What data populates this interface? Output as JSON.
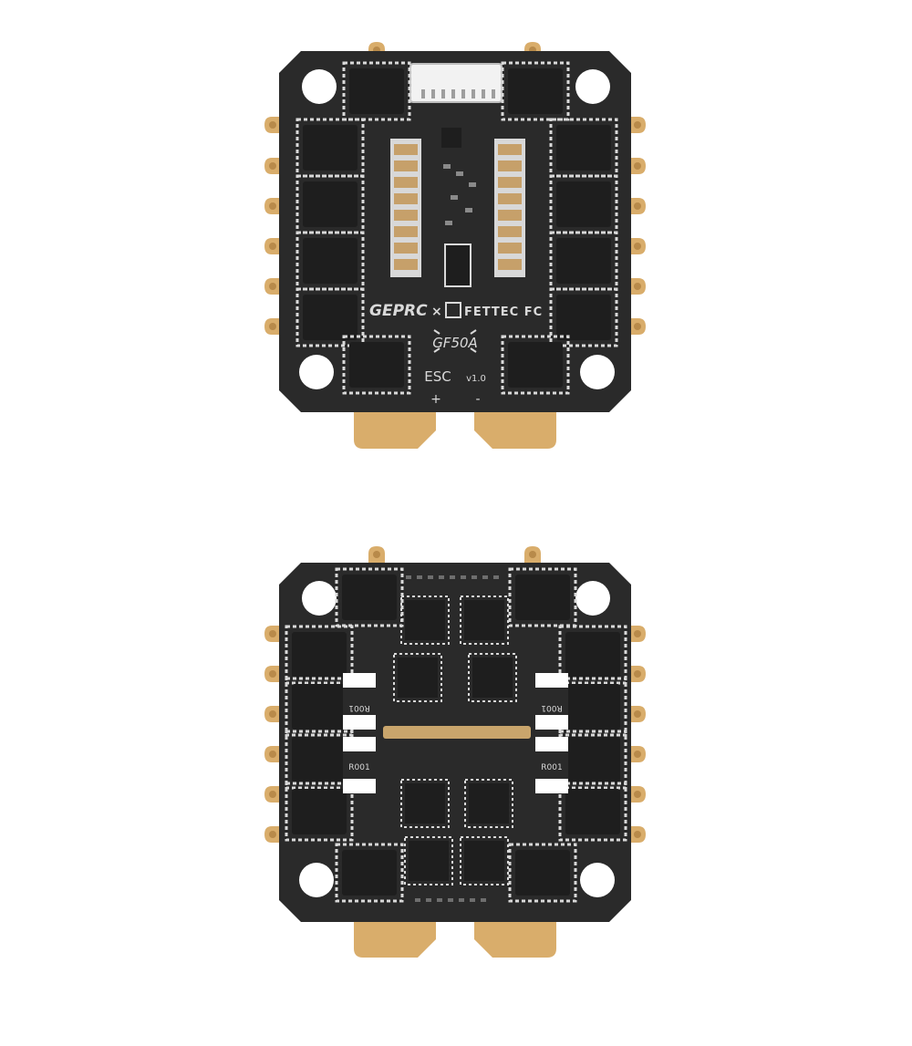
{
  "product": {
    "brand_left": "GEPRC",
    "cross": "×",
    "brand_right": "FETTEC FC",
    "model": "GF50A",
    "type": "ESC",
    "version": "v1.0",
    "plus": "+",
    "minus": "-"
  },
  "back": {
    "resistor_label": "R001"
  },
  "colors": {
    "pcb": "#2a2a2a",
    "gold": "#d9ad6b",
    "silk": "#d9d9d9",
    "mosfet": "#1e1e1e",
    "background": "#ffffff"
  }
}
